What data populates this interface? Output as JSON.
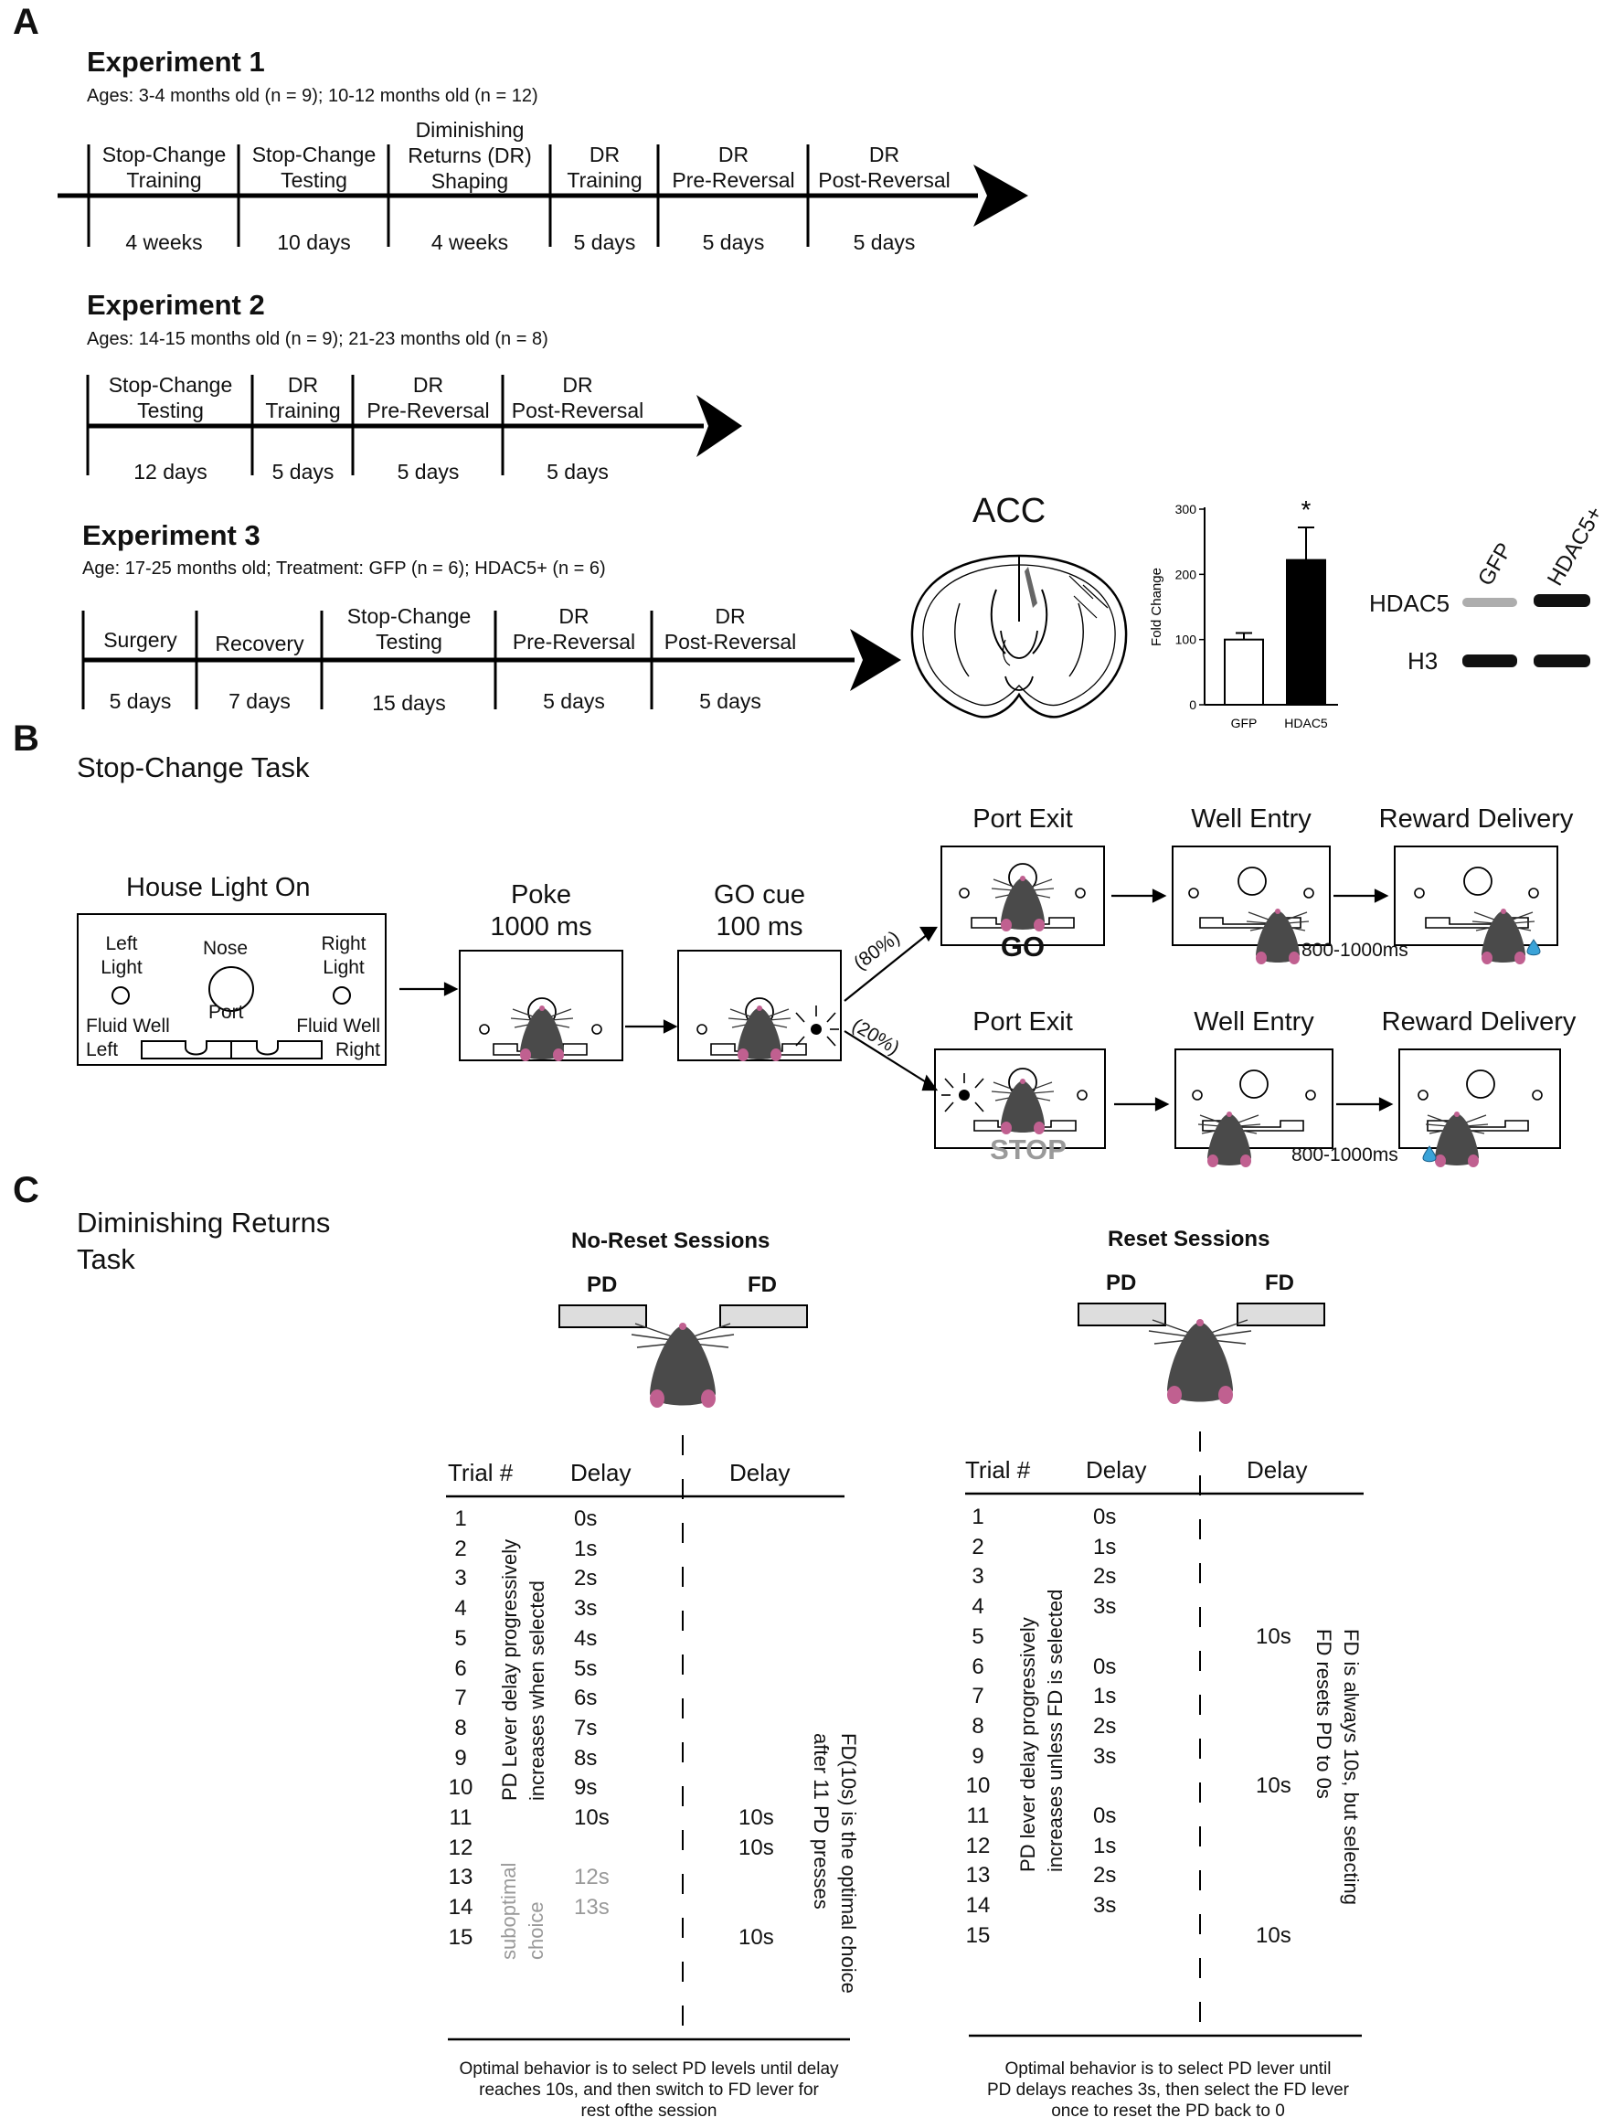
{
  "panel_a": {
    "label": "A",
    "exp1": {
      "title": "Experiment 1",
      "subtitle": "Ages: 3-4 months old (n = 9); 10-12 months old (n = 12)",
      "segments": [
        {
          "line1": "Stop-Change",
          "line2": "Training",
          "line3": "",
          "duration": "4 weeks"
        },
        {
          "line1": "Stop-Change",
          "line2": "Testing",
          "line3": "",
          "duration": "10 days"
        },
        {
          "line1": "Diminishing",
          "line2": "Returns (DR)",
          "line3": "Shaping",
          "duration": "4 weeks"
        },
        {
          "line1": "DR",
          "line2": "Training",
          "line3": "",
          "duration": "5 days"
        },
        {
          "line1": "DR",
          "line2": "Pre-Reversal",
          "line3": "",
          "duration": "5 days"
        },
        {
          "line1": "DR",
          "line2": "Post-Reversal",
          "line3": "",
          "duration": "5 days"
        }
      ]
    },
    "exp2": {
      "title": "Experiment 2",
      "subtitle": "Ages: 14-15 months old (n = 9); 21-23 months old (n = 8)",
      "segments": [
        {
          "line1": "Stop-Change",
          "line2": "Testing",
          "duration": "12 days"
        },
        {
          "line1": "DR",
          "line2": "Training",
          "duration": "5 days"
        },
        {
          "line1": "DR",
          "line2": "Pre-Reversal",
          "duration": "5 days"
        },
        {
          "line1": "DR",
          "line2": "Post-Reversal",
          "duration": "5 days"
        }
      ]
    },
    "exp3": {
      "title": "Experiment 3",
      "subtitle": "Age: 17-25 months old; Treatment: GFP (n = 6); HDAC5+ (n = 6)",
      "segments": [
        {
          "line1": "",
          "line2": "Surgery",
          "duration": "5 days"
        },
        {
          "line1": "",
          "line2": "Recovery",
          "duration": "7 days"
        },
        {
          "line1": "Stop-Change",
          "line2": "Testing",
          "duration": "15 days"
        },
        {
          "line1": "DR",
          "line2": "Pre-Reversal",
          "duration": "5 days"
        },
        {
          "line1": "DR",
          "line2": "Post-Reversal",
          "duration": "5 days"
        }
      ]
    },
    "brain_label": "ACC",
    "blot": {
      "lane1": "GFP",
      "lane2": "HDAC5+",
      "band1": "HDAC5",
      "band2": "H3"
    }
  },
  "chart_data": {
    "type": "bar",
    "categories": [
      "GFP",
      "HDAC5"
    ],
    "values": [
      100,
      222
    ],
    "errors": [
      10,
      50
    ],
    "ylabel": "Fold Change",
    "ylim": [
      0,
      300
    ],
    "yticks": [
      "0",
      "100",
      "200",
      "300"
    ],
    "annotation": "*",
    "colors": [
      "#ffffff",
      "#000000"
    ]
  },
  "panel_b": {
    "label": "B",
    "title": "Stop-Change Task",
    "house_light": "House Light On",
    "left_light": [
      "Left",
      "Light"
    ],
    "nose_port": [
      "Nose",
      "Port"
    ],
    "right_light": [
      "Right",
      "Light"
    ],
    "fluid_left": [
      "Fluid Well",
      "Left"
    ],
    "fluid_right": [
      "Fluid Well",
      "Right"
    ],
    "poke": [
      "Poke",
      "1000 ms"
    ],
    "go_cue": [
      "GO cue",
      "100 ms"
    ],
    "pct80": "(80%)",
    "pct20": "(20%)",
    "port_exit": "Port Exit",
    "well_entry": "Well Entry",
    "reward_delivery": "Reward Delivery",
    "go": "GO",
    "stop": "STOP",
    "timing": "800-1000ms"
  },
  "panel_c": {
    "label": "C",
    "title": [
      "Diminishing Returns",
      "Task"
    ],
    "noreset": {
      "heading": "No-Reset Sessions",
      "pd": "PD",
      "fd": "FD",
      "col_trial": "Trial #",
      "col_delay1": "Delay",
      "col_delay2": "Delay",
      "trials": [
        "1",
        "2",
        "3",
        "4",
        "5",
        "6",
        "7",
        "8",
        "9",
        "10",
        "11",
        "12",
        "13",
        "14",
        "15"
      ],
      "pd_delays": [
        "0s",
        "1s",
        "2s",
        "3s",
        "4s",
        "5s",
        "6s",
        "7s",
        "8s",
        "9s",
        "10s",
        "",
        "12s",
        "13s",
        ""
      ],
      "fd_delays": [
        "",
        "",
        "",
        "",
        "",
        "",
        "",
        "",
        "",
        "",
        "10s",
        "10s",
        "",
        "",
        "10s"
      ],
      "side_note": [
        "PD Lever delay progressively",
        "increases when selected"
      ],
      "subopt": [
        "suboptimal",
        "choice"
      ],
      "right_note": [
        "FD(10s) is the optimal choice",
        "after 11 PD presses"
      ],
      "caption": [
        "Optimal behavior is to select PD levels until delay",
        "reaches 10s, and then switch to FD lever for",
        "rest ofthe session"
      ]
    },
    "reset": {
      "heading": "Reset Sessions",
      "pd": "PD",
      "fd": "FD",
      "col_trial": "Trial #",
      "col_delay1": "Delay",
      "col_delay2": "Delay",
      "trials": [
        "1",
        "2",
        "3",
        "4",
        "5",
        "6",
        "7",
        "8",
        "9",
        "10",
        "11",
        "12",
        "13",
        "14",
        "15"
      ],
      "pd_delays": [
        "0s",
        "1s",
        "2s",
        "3s",
        "",
        "0s",
        "1s",
        "2s",
        "3s",
        "",
        "0s",
        "1s",
        "2s",
        "3s",
        ""
      ],
      "fd_delays": [
        "",
        "",
        "",
        "",
        "10s",
        "",
        "",
        "",
        "",
        "10s",
        "",
        "",
        "",
        "",
        "10s"
      ],
      "side_note": [
        "PD lever delay progressively",
        "increases unless FD is selected"
      ],
      "right_note": [
        "FD is always 10s, but selecting",
        "FD resets PD to 0s"
      ],
      "caption": [
        "Optimal behavior is to select PD lever until",
        "PD delays reaches 3s, then select the FD lever",
        "once to reset the PD back to 0"
      ]
    }
  }
}
